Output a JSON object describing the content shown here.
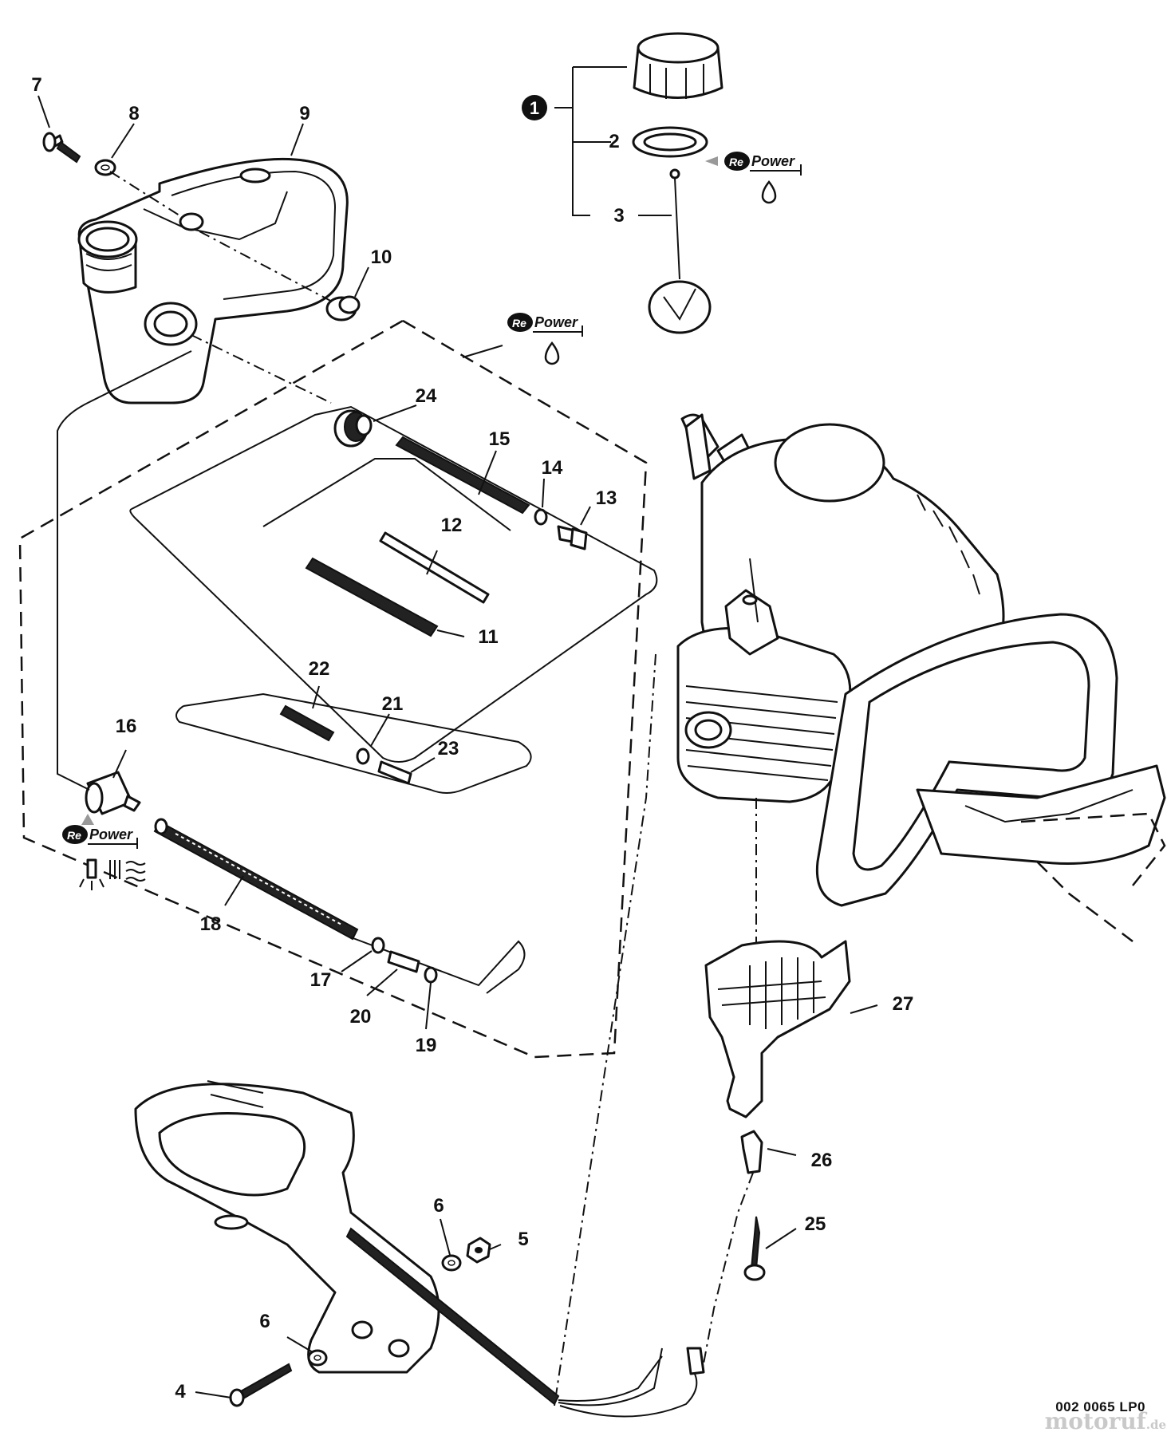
{
  "callouts": [
    {
      "id": "1",
      "label": "1"
    },
    {
      "id": "2",
      "label": "2"
    },
    {
      "id": "3",
      "label": "3"
    },
    {
      "id": "4",
      "label": "4"
    },
    {
      "id": "5",
      "label": "5"
    },
    {
      "id": "6a",
      "label": "6"
    },
    {
      "id": "6b",
      "label": "6"
    },
    {
      "id": "7",
      "label": "7"
    },
    {
      "id": "8",
      "label": "8"
    },
    {
      "id": "9",
      "label": "9"
    },
    {
      "id": "10",
      "label": "10"
    },
    {
      "id": "11",
      "label": "11"
    },
    {
      "id": "12",
      "label": "12"
    },
    {
      "id": "13",
      "label": "13"
    },
    {
      "id": "14",
      "label": "14"
    },
    {
      "id": "15",
      "label": "15"
    },
    {
      "id": "16",
      "label": "16"
    },
    {
      "id": "17",
      "label": "17"
    },
    {
      "id": "18",
      "label": "18"
    },
    {
      "id": "19",
      "label": "19"
    },
    {
      "id": "20",
      "label": "20"
    },
    {
      "id": "21",
      "label": "21"
    },
    {
      "id": "22",
      "label": "22"
    },
    {
      "id": "23",
      "label": "23"
    },
    {
      "id": "24",
      "label": "24"
    },
    {
      "id": "25",
      "label": "25"
    },
    {
      "id": "26",
      "label": "26"
    },
    {
      "id": "27",
      "label": "27"
    }
  ],
  "repower_badge": {
    "prefix": "Re",
    "word": "Power"
  },
  "footer": {
    "drawing_code": "002 0065 LP0"
  },
  "watermark": {
    "brand": "motoruf",
    "suffix": ".de"
  }
}
